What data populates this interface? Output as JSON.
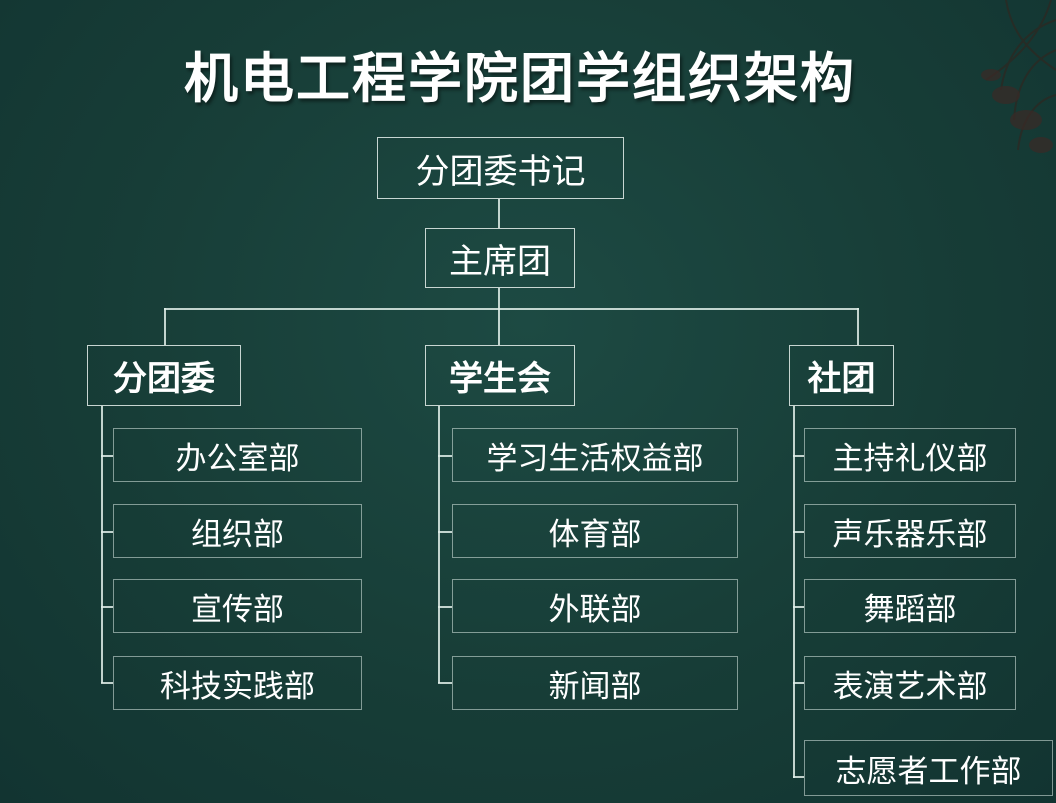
{
  "title": "机电工程学院团学组织架构",
  "top": {
    "secretary": "分团委书记",
    "presidium": "主席团"
  },
  "branches": [
    {
      "name": "分团委",
      "items": [
        "办公室部",
        "组织部",
        "宣传部",
        "科技实践部"
      ]
    },
    {
      "name": "学生会",
      "items": [
        "学习生活权益部",
        "体育部",
        "外联部",
        "新闻部"
      ]
    },
    {
      "name": "社团",
      "items": [
        "主持礼仪部",
        "声乐器乐部",
        "舞蹈部",
        "表演艺术部",
        "志愿者工作部"
      ]
    }
  ],
  "colors": {
    "background": "#173d37",
    "text": "#ffffff",
    "line": "#e1eee9"
  }
}
